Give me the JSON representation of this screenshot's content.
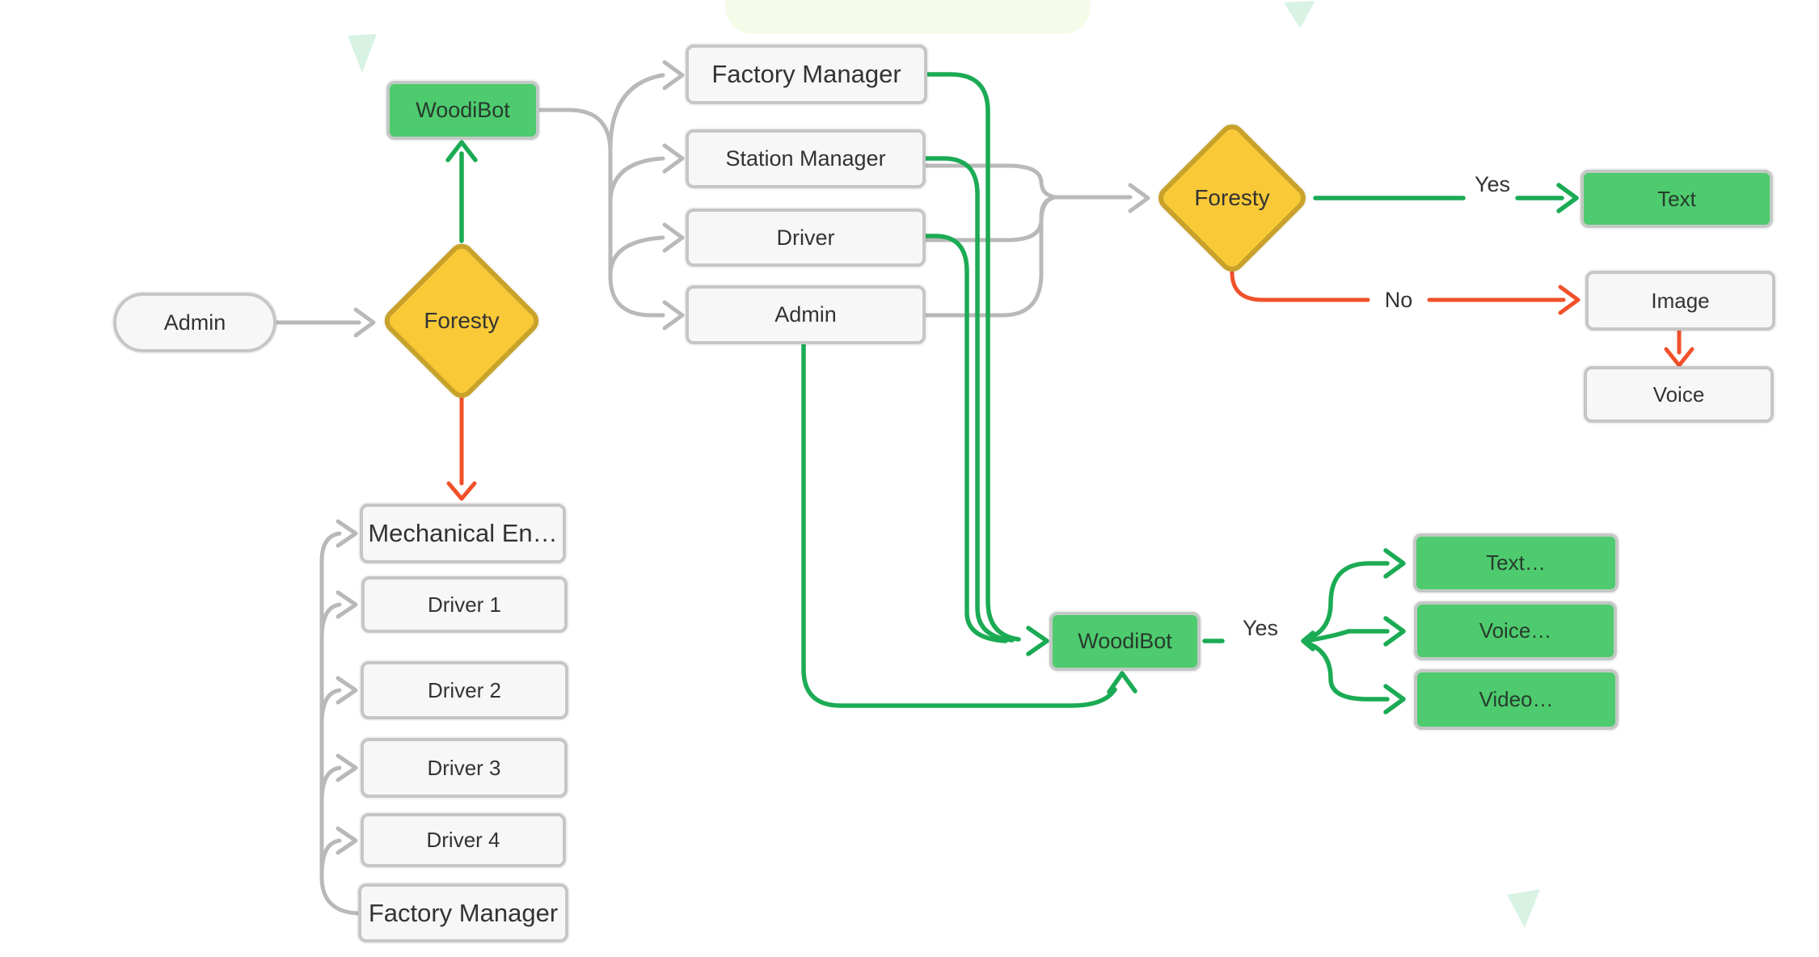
{
  "nodes": {
    "admin_source": {
      "label": "Admin"
    },
    "foresty_1": {
      "label": "Foresty"
    },
    "woodibot_1": {
      "label": "WoodiBot"
    },
    "factory_manager_mid": {
      "label": "Factory Manager"
    },
    "station_manager": {
      "label": "Station Manager"
    },
    "driver_mid": {
      "label": "Driver"
    },
    "admin_mid": {
      "label": "Admin"
    },
    "mechanical_en": {
      "label": "Mechanical En…"
    },
    "driver_1": {
      "label": "Driver 1"
    },
    "driver_2": {
      "label": "Driver 2"
    },
    "driver_3": {
      "label": "Driver 3"
    },
    "driver_4": {
      "label": "Driver 4"
    },
    "factory_manager_bottom": {
      "label": "Factory Manager"
    },
    "foresty_2": {
      "label": "Foresty"
    },
    "text_result": {
      "label": "Text"
    },
    "image_result": {
      "label": "Image"
    },
    "voice_result": {
      "label": "Voice"
    },
    "woodibot_2": {
      "label": "WoodiBot"
    },
    "text_out": {
      "label": "Text…"
    },
    "voice_out": {
      "label": "Voice…"
    },
    "video_out": {
      "label": "Video…"
    }
  },
  "edge_labels": {
    "yes_top": "Yes",
    "no_top": "No",
    "yes_bottom": "Yes"
  },
  "colors": {
    "node_green_fill": "#4ecb6e",
    "diamond_yellow_fill": "#f9c938",
    "diamond_yellow_border": "#c9a22a",
    "line_green": "#1bab54",
    "line_red": "#f1512a",
    "line_gray": "#b9b9b9",
    "node_gray_fill": "#f7f7f7",
    "node_gray_border": "#c6c6c6",
    "decor_blob": "#f5fbe9",
    "decor_triangle_mint": "#d8f3e4",
    "label_text": "#333333"
  }
}
